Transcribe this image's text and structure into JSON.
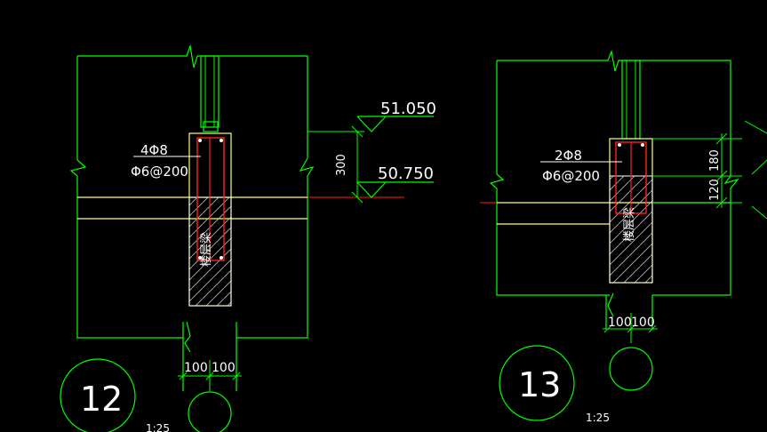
{
  "colors": {
    "background": "#000000",
    "outline": "#00ff00",
    "white": "#ffffff",
    "rebar": "#ff2020",
    "beam_yellow": "#ffff66",
    "concrete": "#cccccc"
  },
  "detail12": {
    "number": "12",
    "scale": "1:25",
    "rebar_main": "4Φ8",
    "rebar_stirrup": "Φ6@200",
    "elev_top": "51.050",
    "elev_bottom": "50.750",
    "dim_height": "300",
    "dim_w1": "100",
    "dim_w2": "100",
    "beam_label": "楼层梁"
  },
  "detail13": {
    "number": "13",
    "scale": "1:25",
    "rebar_main": "2Φ8",
    "rebar_stirrup": "Φ6@200",
    "dim_h1": "180",
    "dim_h2": "120",
    "dim_w1": "100",
    "dim_w2": "100",
    "beam_label": "楼层梁"
  }
}
